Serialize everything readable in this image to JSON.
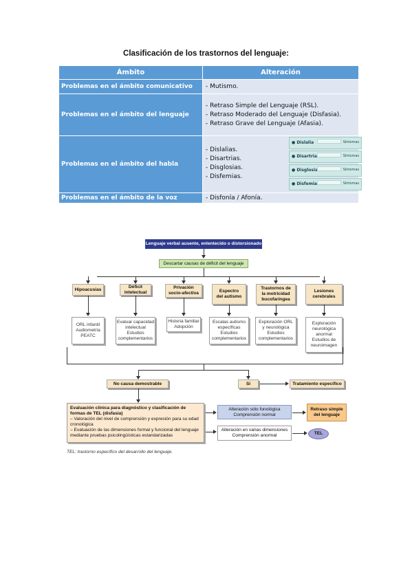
{
  "title": "Clasificación de los trastornos del lenguaje:",
  "table": {
    "headers": [
      "Ámbito",
      "Alteración"
    ],
    "rows": [
      {
        "ambito": "Problemas en el ámbito comunicativo",
        "alteracion": [
          "- Mutismo."
        ]
      },
      {
        "ambito": "Problemas en el ámbito del lenguaje",
        "alteracion": [
          "- Retraso Simple del Lenguaje (RSL).",
          "- Retraso Moderado del Lenguaje (Disfasia).",
          "- Retraso Grave del Lenguaje (Afasia)."
        ]
      },
      {
        "ambito": "Problemas en el ámbito del habla",
        "alteracion": [
          "- Dislalias.",
          "- Disartrias.",
          "- Disglosias.",
          "- Disfemias."
        ]
      },
      {
        "ambito": "Problemas en el ámbito de la voz",
        "alteracion": [
          "- Disfonía / Afonía."
        ]
      }
    ],
    "mini_cards": [
      {
        "title": "Dislalia",
        "side": "Síntomas"
      },
      {
        "title": "Disartria",
        "side": "Síntomas"
      },
      {
        "title": "Disglosia",
        "side": "Síntomas"
      },
      {
        "title": "Disfemia",
        "side": "Síntomas"
      }
    ]
  },
  "flowchart": {
    "top": "Lenguaje verbal ausente, enlentecido o distorsionado",
    "discard": "Descartar causas de déficit del lenguaje",
    "categories": [
      {
        "label": "Hipoacusias",
        "result": "ORL infantil\nAudiometría\nPEATC"
      },
      {
        "label": "Déficit\nintelectual",
        "result": "Evaluar capacidad\nintelectual\nEstudios\ncomplementarios"
      },
      {
        "label": "Privación\nsocio-afectiva",
        "result": "Historia familiar\nAdopción"
      },
      {
        "label": "Espectro\ndel autismo",
        "result": "Escalas autismo\nespecíficas\nEstudios\ncomplementarios"
      },
      {
        "label": "Trastornos de\nla motricidad\nbucofaríngea",
        "result": "Exploración ORL\ny neurológica\nEstudios\ncomplementarios"
      },
      {
        "label": "Lesiones\ncerebrales",
        "result": "Exploración\nneurológica\nanormal\nEstudios de\nneuroimagen"
      }
    ],
    "no_cause": "No causa demostrable",
    "yes": "Sí",
    "specific_treatment": "Tratamiento específico",
    "evaluation_title": "Evaluación clínica para diagnóstico y clasificación de formas de TEL (disfasia)",
    "evaluation_items": [
      "– Valoración del nivel de comprensión y expresión para su edad cronológica",
      "– Evaluación de las dimensiones formal y funcional del lenguaje mediante pruebas psicolingüísticas estandarizadas"
    ],
    "phono": "Alteración sólo fonológica\nComprensión normal",
    "simple_delay": "Retraso simple\ndel lenguaje",
    "multi": "Alteración en varias dimensiones\nComprensión anormal",
    "tel": "TEL",
    "caption": "TEL: trastorno específico del desarrollo del lenguaje."
  },
  "colors": {
    "header_blue": "#5b9bd5",
    "cell_light": "#dfe6f2",
    "top_box": "#2d3a8c",
    "discard_green": "#cde8b0",
    "category_tan": "#f7e5c4",
    "orange": "#f9c98c",
    "blue_box": "#c8d3ec",
    "tel_purple": "#a9a6dc"
  }
}
